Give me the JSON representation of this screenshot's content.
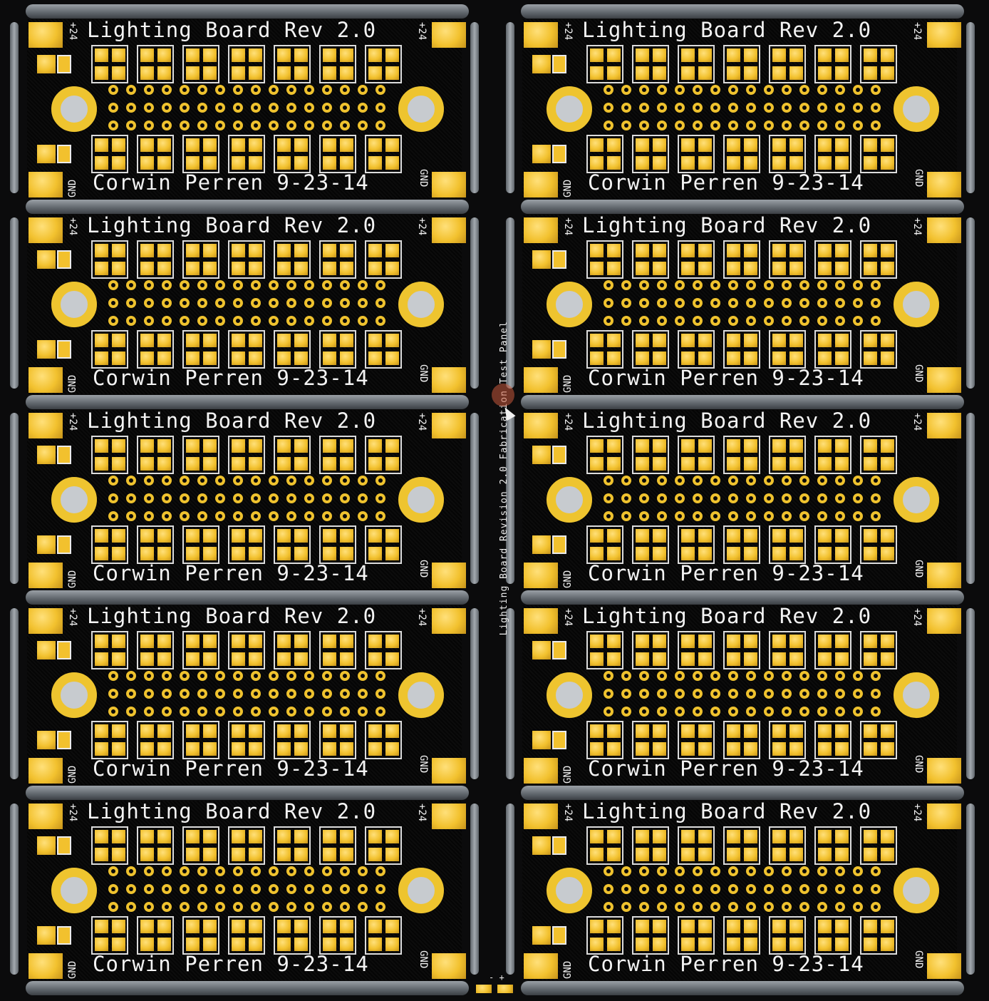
{
  "panel": {
    "label": "Lighting Board Revision 2.0 Fabrication Test Panel",
    "fiducial_marks": "- +"
  },
  "board": {
    "title": "Lighting Board Rev 2.0",
    "signature": "Corwin Perren 9-23-14",
    "power_label": "+24",
    "ground_label": "GND"
  },
  "layout": {
    "rows": 5,
    "columns": 2,
    "led_pad_groups_per_row": 7,
    "through_hole_rows": 3,
    "through_holes_per_row": 16
  },
  "colors": {
    "solder_mask": "#060606",
    "gold_finish": "#f2c12e",
    "silkscreen": "#f3f3f3",
    "breakaway_rail": "#8a9096",
    "mounting_hole": "#c7cbcf",
    "cursor_highlight": "#c85a3c"
  },
  "icons": {
    "cursor": "mouse-pointer-icon"
  }
}
